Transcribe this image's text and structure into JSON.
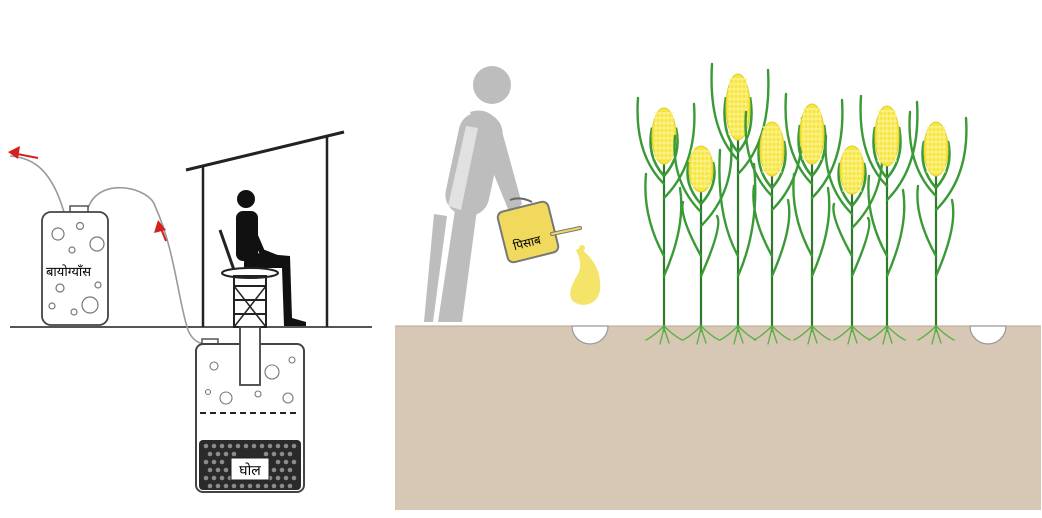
{
  "labels": {
    "biogas": "बायोग्याँस",
    "slurry": "घोल",
    "urine": "पिसाब"
  },
  "colors": {
    "arrow_red": "#d62020",
    "pipe_gray": "#9a9a9a",
    "soil": "#d6c8b4",
    "person_gray": "#bdbdbd",
    "urine_yellow": "#f4e46a",
    "corn_yellow": "#f5e642",
    "leaf_green": "#3a9a35",
    "root_green": "#5fb04a"
  },
  "icons": [
    "biogas-tank-icon",
    "toilet-seat-icon",
    "watering-can-icon",
    "corn-plant-icon"
  ]
}
